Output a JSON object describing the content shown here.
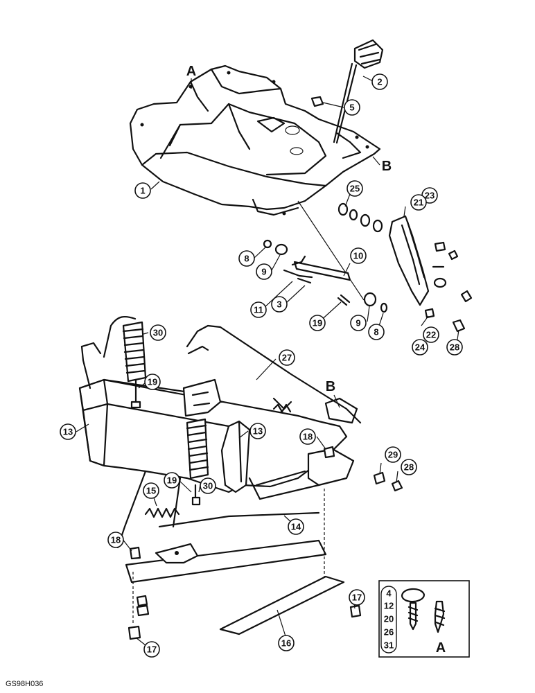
{
  "callouts": {
    "c1": "1",
    "c2": "2",
    "c3": "3",
    "c5": "5",
    "c8a": "8",
    "c8b": "8",
    "c9a": "9",
    "c9b": "9",
    "c10": "10",
    "c11": "11",
    "c13a": "13",
    "c13b": "13",
    "c14": "14",
    "c15": "15",
    "c16": "16",
    "c17a": "17",
    "c17b": "17",
    "c18a": "18",
    "c18b": "18",
    "c19a": "19",
    "c19b": "19",
    "c19c": "19",
    "c21": "21",
    "c22": "22",
    "c23": "23",
    "c24": "24",
    "c25": "25",
    "c27": "27",
    "c28a": "28",
    "c28b": "28",
    "c29": "29",
    "c30a": "30",
    "c30b": "30"
  },
  "letters": {
    "a_top": "A",
    "b_top": "B",
    "b_mid": "B",
    "a_inset": "A"
  },
  "inset": {
    "items": [
      "4",
      "12",
      "20",
      "26",
      "31"
    ]
  },
  "figure_id": "GS98H036"
}
